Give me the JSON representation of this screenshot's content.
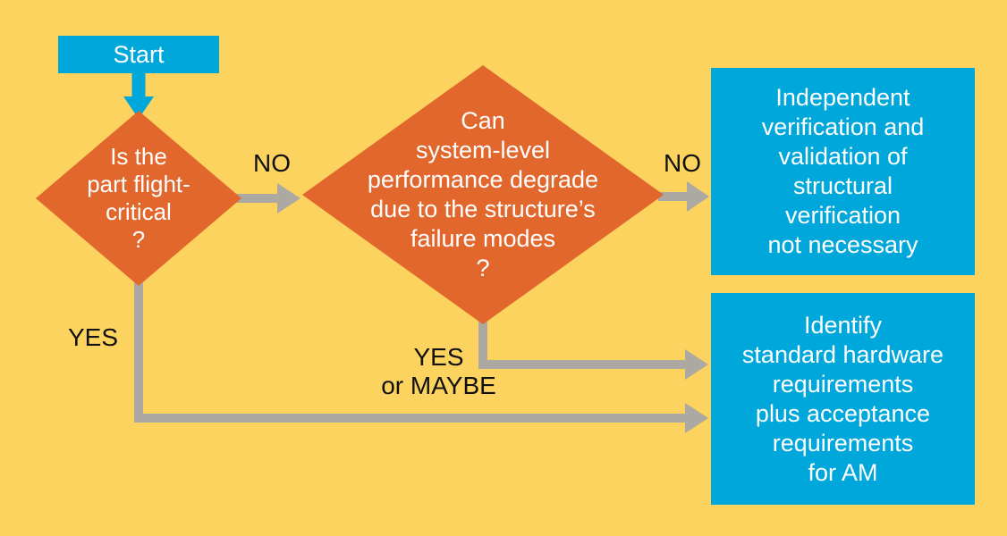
{
  "colors": {
    "background": "#FCD35F",
    "diamond": "#E2672D",
    "box": "#00A7DB",
    "connector": "#ACA9A3",
    "text_light": "#FFFFFF",
    "text_dark": "#111111"
  },
  "nodes": {
    "start": "Start",
    "decision_flight_critical": "Is the\npart flight-\ncritical\n?",
    "decision_performance": "Can\nsystem-level\nperformance degrade\ndue to the structure’s\nfailure modes\n?",
    "outcome_no_verification": "Independent\nverification and\nvalidation of\nstructural\nverification\nnot necessary",
    "outcome_identify_requirements": "Identify\nstandard hardware\nrequirements\nplus acceptance\nrequirements\nfor AM"
  },
  "edge_labels": {
    "no_first": "NO",
    "no_second": "NO",
    "yes_left": "YES",
    "yes_or_maybe": "YES\nor MAYBE"
  }
}
